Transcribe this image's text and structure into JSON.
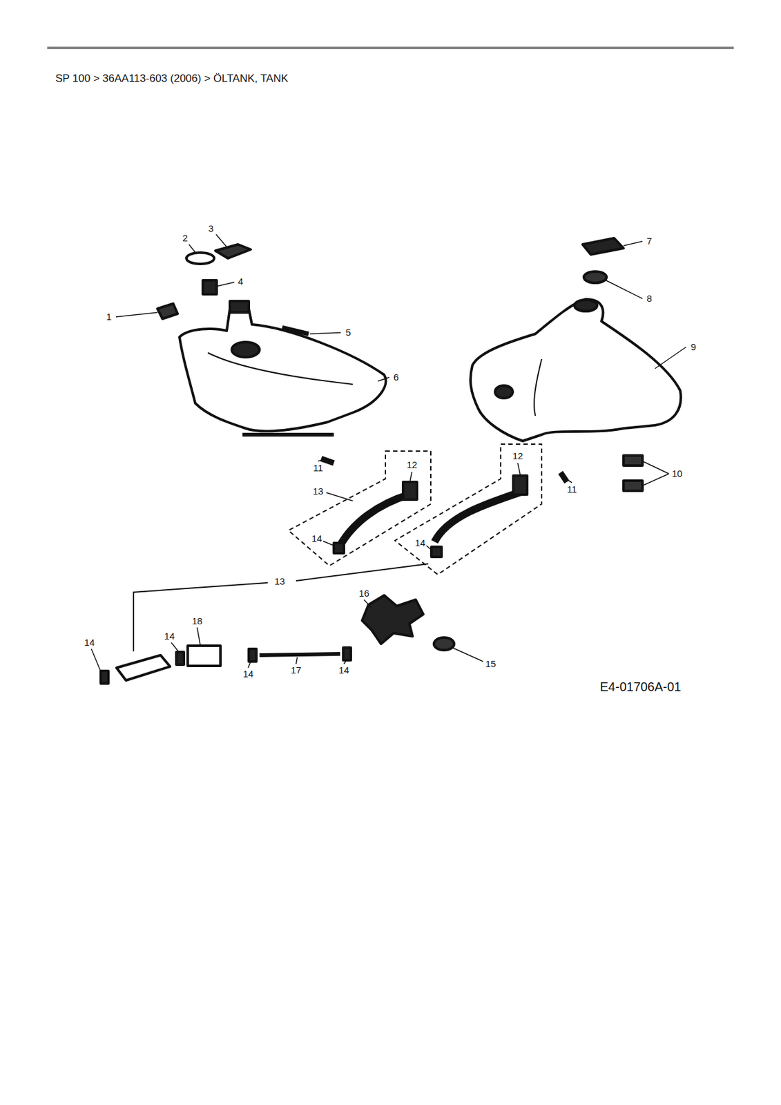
{
  "diagram": {
    "title": "SP 100 > 36AA113-603 (2006) > ÖLTANK, TANK",
    "labels": [
      "3",
      "2",
      "4",
      "1",
      "5",
      "6",
      "7",
      "8",
      "9",
      "10",
      "11",
      "11",
      "12",
      "12",
      "13",
      "14",
      "14",
      "13",
      "16",
      "18",
      "14",
      "14",
      "15",
      "17",
      "14",
      "14",
      "E4-01706A-01"
    ]
  }
}
